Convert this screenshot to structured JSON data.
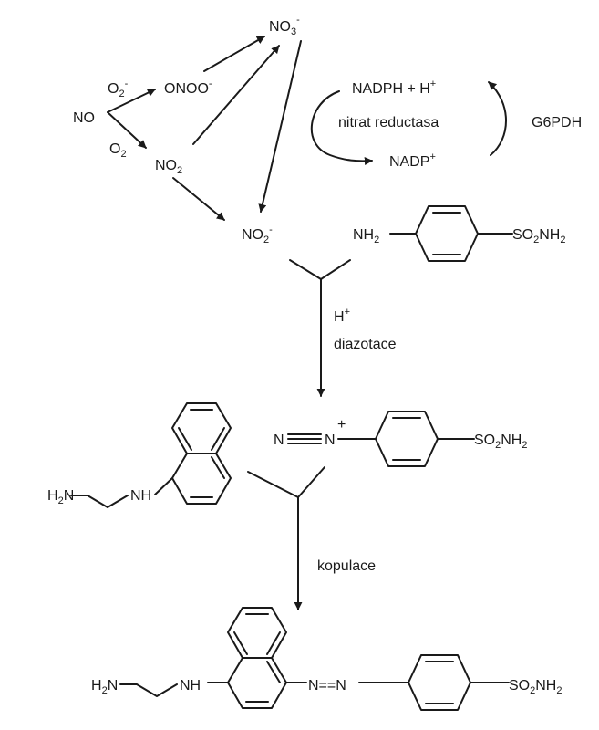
{
  "species": {
    "no": "NO",
    "o2_minus": {
      "base": "O",
      "sub": "2",
      "sup": "-"
    },
    "o2": {
      "base": "O",
      "sub": "2"
    },
    "onoo": {
      "base": "ONOO",
      "sup": "-"
    },
    "no2": {
      "base": "NO",
      "sub": "2"
    },
    "no3": {
      "base": "NO",
      "sub": "3",
      "sup": "-"
    },
    "no2_minus": {
      "base": "NO",
      "sub": "2",
      "sup": "-"
    }
  },
  "enzyme_cycle": {
    "nadph": {
      "text": "NADPH  + H",
      "sup": "+"
    },
    "enzyme": "nitrat reductasa",
    "nadp": {
      "text": "NADP",
      "sup": "+"
    },
    "g6pdh": "G6PDH"
  },
  "sulfanilamide": {
    "nh2": {
      "base": "NH",
      "sub": "2"
    },
    "so2nh2": {
      "a": "SO",
      "s1": "2",
      "b": "NH",
      "s2": "2"
    }
  },
  "step1": {
    "h_plus": {
      "base": "H",
      "sup": "+"
    },
    "label": "diazotace"
  },
  "diazonium": {
    "n1": "N",
    "n2": "N",
    "charge": "+",
    "so2nh2": {
      "a": "SO",
      "s1": "2",
      "b": "NH",
      "s2": "2"
    }
  },
  "coupler": {
    "h2n": {
      "a": "H",
      "s": "2",
      "b": "N"
    },
    "nh": "NH"
  },
  "step2": {
    "label": "kopulace"
  },
  "product": {
    "h2n": {
      "a": "H",
      "s": "2",
      "b": "N"
    },
    "nh": "NH",
    "azo": "N==N",
    "so2nh2": {
      "a": "SO",
      "s1": "2",
      "b": "NH",
      "s2": "2"
    }
  }
}
